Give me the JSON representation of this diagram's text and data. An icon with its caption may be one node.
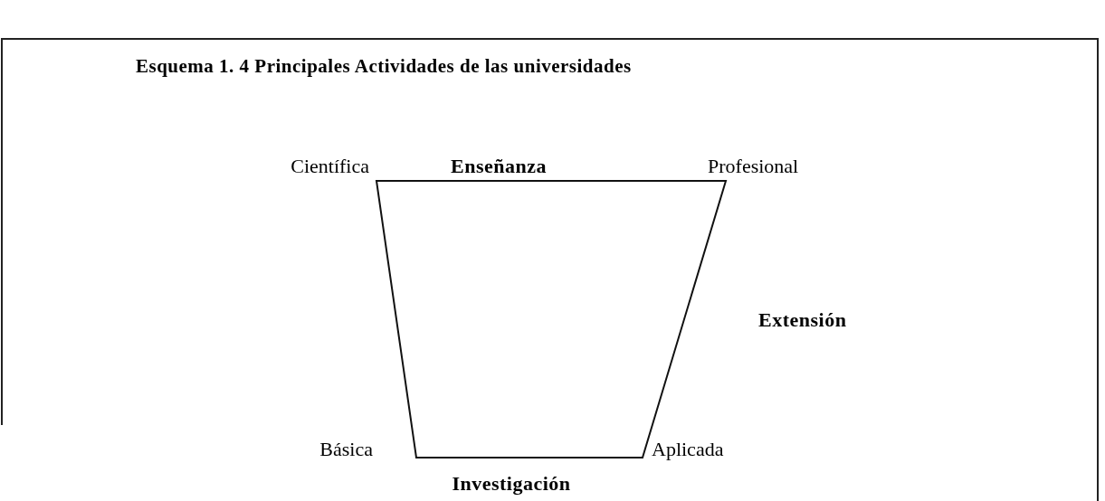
{
  "diagram": {
    "title": "Esquema 1. 4 Principales Actividades de las universidades",
    "labels": [
      "Científica",
      "Enseñanza",
      "Profesional",
      "Extensión",
      "Básica",
      "Aplicada",
      "Investigación"
    ]
  }
}
